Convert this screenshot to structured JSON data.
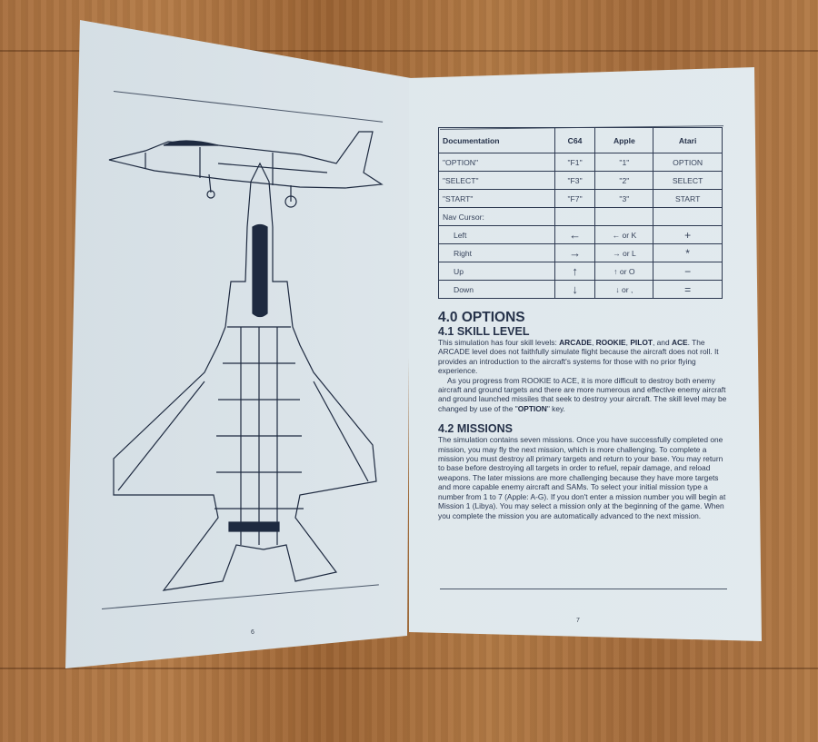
{
  "left_page": {
    "page_number": "6",
    "illustration": "aircraft-side-and-plan-view"
  },
  "right_page": {
    "page_number": "7",
    "table": {
      "headers": [
        "Documentation",
        "C64",
        "Apple",
        "Atari"
      ],
      "rows": [
        [
          "\"OPTION\"",
          "\"F1\"",
          "\"1\"",
          "OPTION"
        ],
        [
          "\"SELECT\"",
          "\"F3\"",
          "\"2\"",
          "SELECT"
        ],
        [
          "\"START\"",
          "\"F7\"",
          "\"3\"",
          "START"
        ],
        [
          "Nav Cursor:",
          "",
          "",
          ""
        ],
        [
          "Left",
          "←",
          "← or K",
          "+"
        ],
        [
          "Right",
          "→",
          "→ or L",
          "*"
        ],
        [
          "Up",
          "↑",
          "↑ or O",
          "−"
        ],
        [
          "Down",
          "↓",
          "↓ or ,",
          "="
        ]
      ]
    },
    "section_title": "4.0 OPTIONS",
    "skill": {
      "title": "4.1 SKILL LEVEL",
      "p1_a": "This simulation has four skill levels: ",
      "arcade": "ARCADE",
      "sep1": ", ",
      "rookie": "ROOKIE",
      "sep2": ", ",
      "pilot": "PILOT",
      "sep3": ", and ",
      "ace": "ACE",
      "p1_b": ". The ARCADE level does not faithfully simulate flight because the aircraft does not roll. It provides an introduction to the aircraft's systems for those with no prior flying experience.",
      "p2_a": "As you progress from ROOKIE to ACE, it is more difficult to destroy both enemy aircraft and ground targets and there are more numerous and effective enemy aircraft and ground launched missiles that seek to destroy your aircraft. The skill level may be changed by use of the \"",
      "option": "OPTION",
      "p2_b": "\" key."
    },
    "missions": {
      "title": "4.2 MISSIONS",
      "text": "The simulation contains seven missions. Once you have successfully completed one mission, you may fly the next mission, which is more challenging. To complete a mission you must destroy all primary targets and return to your base. You may return to base before destroying all targets in order to refuel, repair damage, and reload weapons. The later missions are more challenging because they have more targets and more capable enemy aircraft and SAMs. To select your initial mission type a number from 1 to 7 (Apple: A-G). If you don't enter a mission number you will begin at Mission 1 (Libya). You may select a mission only at the beginning of the game. When you complete the mission you are automatically advanced to the next mission."
    }
  }
}
